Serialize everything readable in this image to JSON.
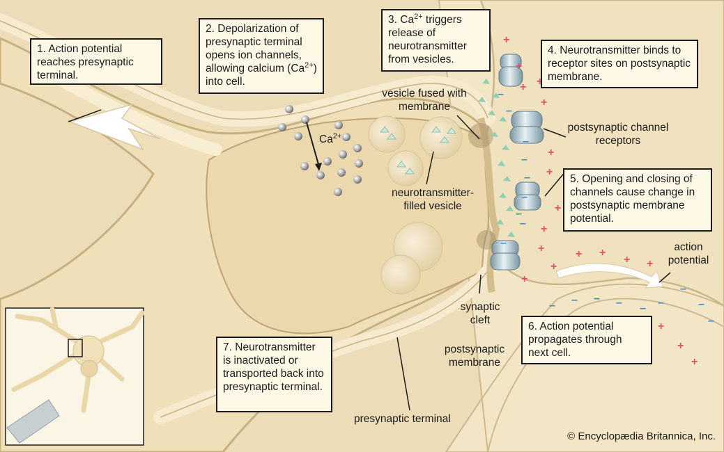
{
  "steps": {
    "s1": {
      "num": "1.",
      "text": "Action potential reaches presynaptic terminal."
    },
    "s2": {
      "num": "2.",
      "text": "Depolarization of presynaptic terminal opens ion channels, allowing calcium (Ca2+) into cell."
    },
    "s3": {
      "num": "3.",
      "text": "Ca2+ triggers release of neurotransmitter from vesicles."
    },
    "s4": {
      "num": "4.",
      "text": "Neurotransmitter binds to receptor sites on postsynaptic membrane."
    },
    "s5": {
      "num": "5.",
      "text": "Opening and closing of channels cause change in postsynaptic membrane potential."
    },
    "s6": {
      "num": "6.",
      "text": "Action potential propagates through next cell."
    },
    "s7": {
      "num": "7.",
      "text": "Neurotransmitter is inactivated or transported back into presynaptic terminal."
    }
  },
  "labels": {
    "ca": "Ca2+",
    "vesicle_fused": "vesicle fused with membrane",
    "nt_vesicle": "neurotransmitter-filled vesicle",
    "post_receptors": "postsynaptic channel receptors",
    "synaptic_cleft": "synaptic cleft",
    "post_membrane": "postsynaptic membrane",
    "presyn_terminal": "presynaptic terminal",
    "action_potential": "action potential"
  },
  "copyright": "© Encyclopædia Britannica, Inc.",
  "ions": {
    "plus": "+",
    "minus": "–"
  },
  "colors": {
    "cell_fill": "#f2e3bf",
    "cell_fill_dark": "#e6d1a2",
    "background": "#efe2c2",
    "outline": "#c9b487",
    "plus_ion": "#e0506a",
    "minus_ion": "#3a8ad6",
    "calcium": "#9a9a9a",
    "receptor": "#b9cdd6",
    "neurotransmitter": "#7fc2a6",
    "box_fill": "#fdf7e6"
  }
}
